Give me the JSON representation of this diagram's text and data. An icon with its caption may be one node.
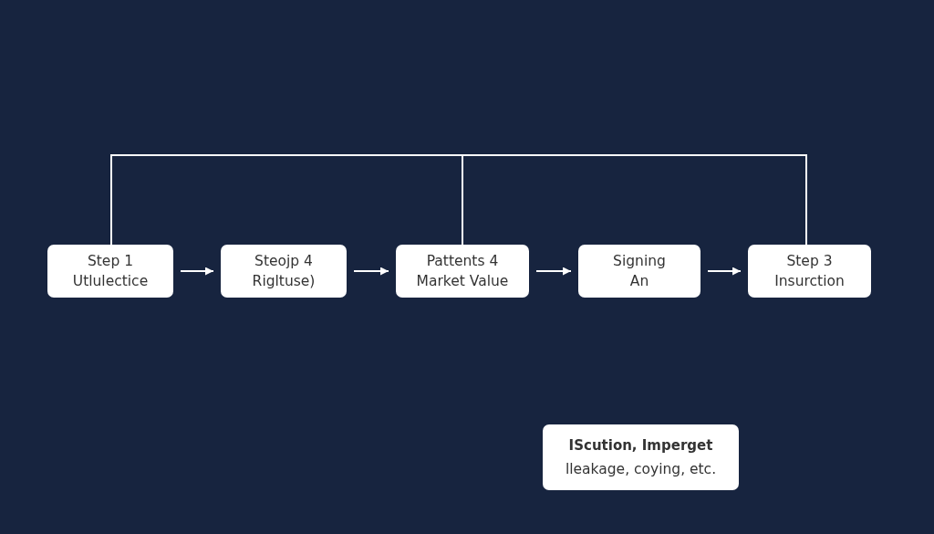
{
  "diagram": {
    "nodes": [
      {
        "text": [
          "Step 1",
          "Utlulectice"
        ]
      },
      {
        "text": [
          "Steojp 4",
          "Rigltuse)"
        ]
      },
      {
        "text": [
          "Pattents 4",
          "Market Value"
        ]
      },
      {
        "text": [
          "Signing",
          "An"
        ]
      },
      {
        "text": [
          "Step 3",
          "Insurction"
        ]
      },
      {
        "text": [
          "IScution, Imperget",
          "lleakage, coying, etc."
        ]
      }
    ],
    "edges": [
      {
        "from": 0,
        "to": 1,
        "arrow": "to"
      },
      {
        "from": 1,
        "to": 2,
        "arrow": "to"
      },
      {
        "from": 2,
        "to": 3,
        "arrow": "to"
      },
      {
        "from": 3,
        "to": 4,
        "arrow": "to"
      },
      {
        "from": 0,
        "to": 2,
        "arrow": "none"
      },
      {
        "from": 2,
        "to": 4,
        "arrow": "none"
      }
    ]
  }
}
